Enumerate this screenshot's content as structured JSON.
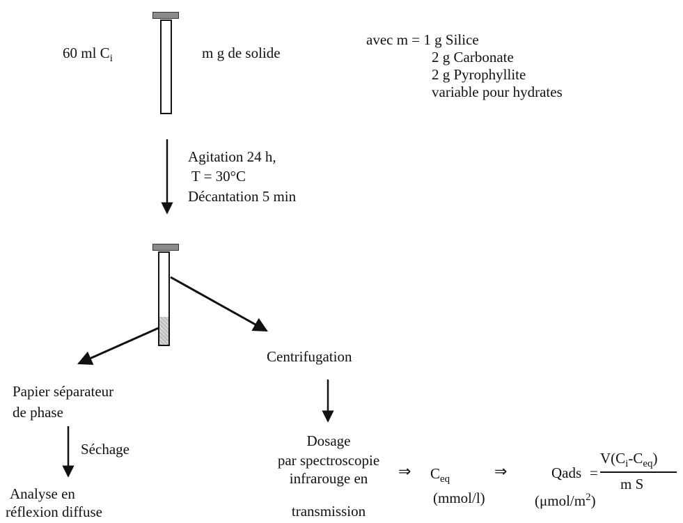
{
  "top": {
    "volume": "60 ml C",
    "volume_sub": "i",
    "solid": "m g  de solide",
    "avec_lines": [
      "avec m = 1 g Silice",
      "2 g Carbonate",
      "2 g Pyrophyllite",
      "variable pour hydrates"
    ]
  },
  "step1": {
    "lines": [
      "Agitation 24 h,",
      " T = 30°C",
      "Décantation 5 min"
    ]
  },
  "centrifugation": "Centrifugation",
  "left_branch": {
    "papier_lines": [
      "Papier séparateur",
      "de phase"
    ],
    "sechage": "Séchage",
    "analyse_lines": [
      "Analyse en",
      "réflexion diffuse"
    ]
  },
  "dosage": {
    "lines": [
      "Dosage",
      "par spectroscopie",
      "infrarouge en",
      "transmission"
    ]
  },
  "result": {
    "ceq_main": "C",
    "ceq_sub": "eq",
    "ceq_unit": "(mmol/l)",
    "implies_symbol": "⇒",
    "qads_label": "Qads",
    "equals": "=",
    "numerator_pre": "V(C",
    "numerator_sub1": "i",
    "numerator_mid": "-C",
    "numerator_sub2": "eq",
    "numerator_post": ")",
    "denominator": "m S",
    "qads_unit_pre": "(μmol/m",
    "qads_unit_sup": "2",
    "qads_unit_post": ")"
  }
}
